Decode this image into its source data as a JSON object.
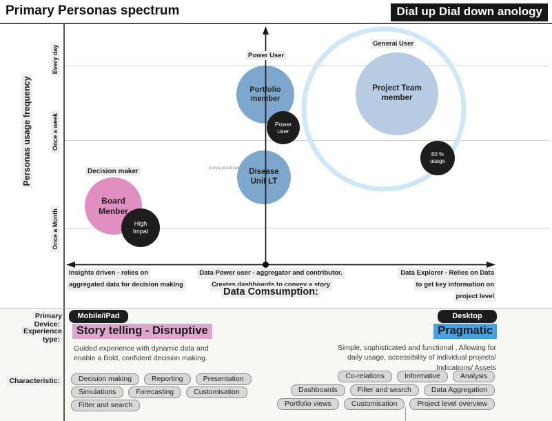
{
  "header": {
    "title": "Primary Personas spectrum",
    "badge": "Dial up Dial down anology"
  },
  "chart": {
    "y_axis_label": "Personas usage frequency",
    "ticks": {
      "top": "Every day",
      "mid": "Once a week",
      "bottom": "Once a Month"
    },
    "annotations": {
      "power_user": "Power User",
      "general_user": "General User",
      "decision_maker": "Decision maker"
    },
    "bubbles": {
      "portfolio": "Portfolio member",
      "project_team": "Project Team member",
      "disease_unit": "Disease Unit LT",
      "board": "Board Menber",
      "power_user": "Power user",
      "high_impact": "High Impat",
      "usage": "80 % usage"
    },
    "watermark": "yuliya.pozdniak_ex",
    "x_axis": {
      "left": [
        "Insights driven - relies on",
        "aggregated data for decision making"
      ],
      "middle": [
        "Data Power user - aggregator and contributor.",
        "Creates dashboards to convey a story"
      ],
      "right": [
        "Data Explorer - Relies on Data",
        "to get key information on",
        "project level"
      ],
      "title": "Data Comsumption:"
    }
  },
  "panel": {
    "labels": {
      "device": "Primary Device:",
      "experience": "Experience type:",
      "characteristic": "Characteristic:"
    },
    "left": {
      "device_pill": "Mobile/iPad",
      "experience_title": "Story telling - Disruptive",
      "description": "Guided experience  with dynamic data and enable a Bold, confident decision making.",
      "chips": [
        [
          "Decision making",
          "Reporting",
          "Presentation"
        ],
        [
          "Simulations",
          "Forecasting",
          "Customisation"
        ],
        [
          "Filter and search"
        ]
      ]
    },
    "right": {
      "device_pill": "Desktop",
      "experience_title": "Pragmatic",
      "description": "Simple, sophisticated and functional . Allowing for daily usage, accessibility of individual projects/ Indications/ Assets",
      "chips": [
        [
          "Co-relations",
          "Informative",
          "Analysis"
        ],
        [
          "Dashboards",
          "Filter and search",
          "Data Aggregation"
        ],
        [
          "Portfolio views",
          "Customisation",
          "Project level overview"
        ]
      ]
    }
  },
  "colors": {
    "bubble_blue": "#7ea7ce",
    "bubble_light_blue": "#b7cbe2",
    "bubble_pink": "#e18fc1",
    "bubble_black": "#1d1d1d",
    "ring_blue": "#cfe7f7",
    "highlight_pink": "#dda7cc",
    "highlight_blue": "#45a0e4",
    "chip_gray": "#d8d8d8",
    "label_highlight": "#ededed"
  }
}
